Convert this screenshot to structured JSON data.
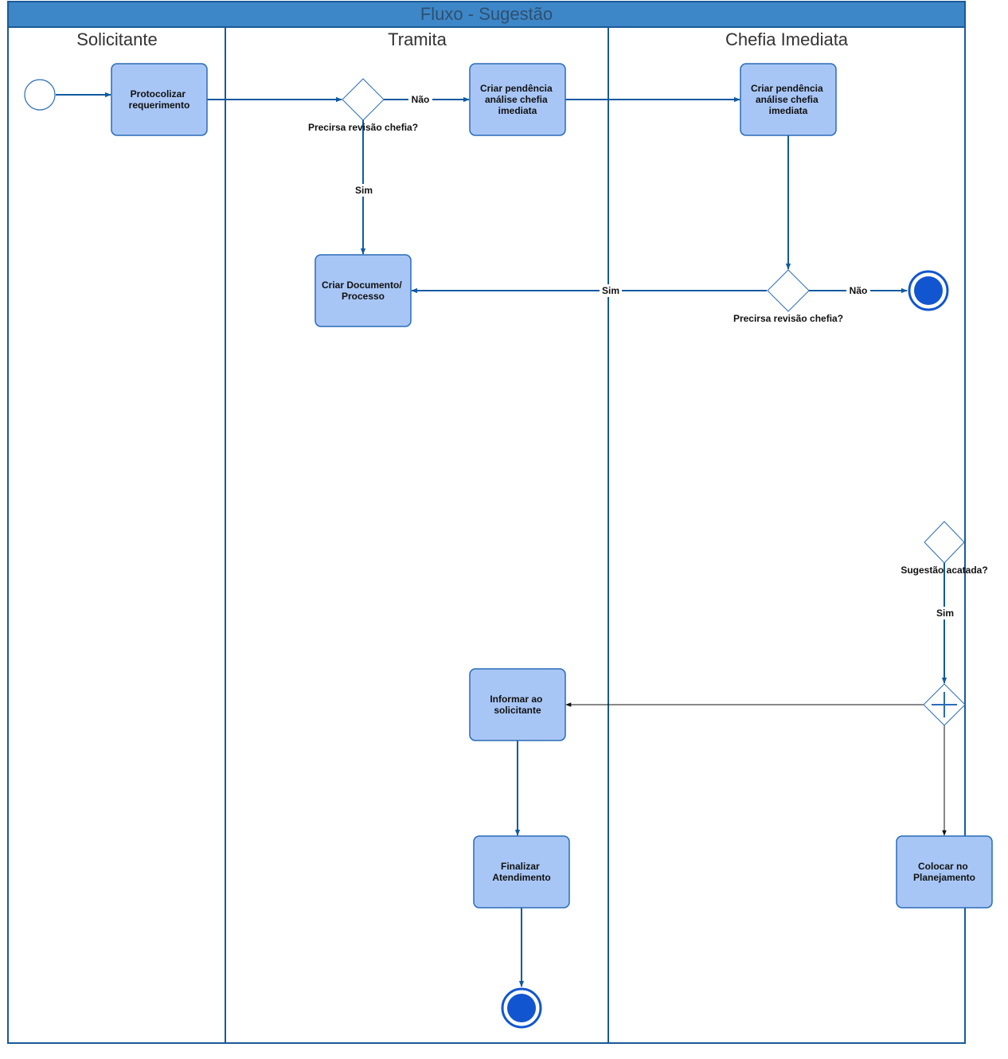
{
  "pool": {
    "title": "Fluxo - Sugestão"
  },
  "lanes": [
    {
      "id": "solicitante",
      "title": "Solicitante"
    },
    {
      "id": "tramita",
      "title": "Tramita"
    },
    {
      "id": "chefia",
      "title": "Chefia Imediata"
    }
  ],
  "tasks": {
    "protocolizar": {
      "lines": [
        "Protocolizar",
        "requerimento"
      ]
    },
    "criar_pendencia_tramita": {
      "lines": [
        "Criar pendência",
        "análise chefia",
        "imediata"
      ]
    },
    "criar_pendencia_chefia": {
      "lines": [
        "Criar pendência",
        "análise chefia",
        "imediata"
      ]
    },
    "criar_documento": {
      "lines": [
        "Criar Documento/",
        "Processo"
      ]
    },
    "informar": {
      "lines": [
        "Informar ao",
        "solicitante"
      ]
    },
    "finalizar": {
      "lines": [
        "Finalizar",
        "Atendimento"
      ]
    },
    "colocar": {
      "lines": [
        "Colocar no",
        "Planejamento"
      ]
    }
  },
  "gateways": {
    "g1": {
      "label": "Precirsa revisão chefia?"
    },
    "g2": {
      "label": "Precirsa revisão chefia?"
    },
    "g3": {
      "label": "Sugestão acatada?"
    },
    "g4": {
      "label": ""
    }
  },
  "edge_labels": {
    "g1_nao": "Não",
    "g1_sim": "Sim",
    "g2_sim": "Sim",
    "g2_nao": "Não",
    "g3_sim": "Sim"
  },
  "colors": {
    "pool_header": "#3d87c8",
    "border": "#1a5a96",
    "task_fill": "#a8c6f5",
    "task_stroke": "#2a6cb7",
    "flow": "#0f5aa0",
    "end_fill": "#1255d0",
    "thin_flow": "#111111"
  }
}
